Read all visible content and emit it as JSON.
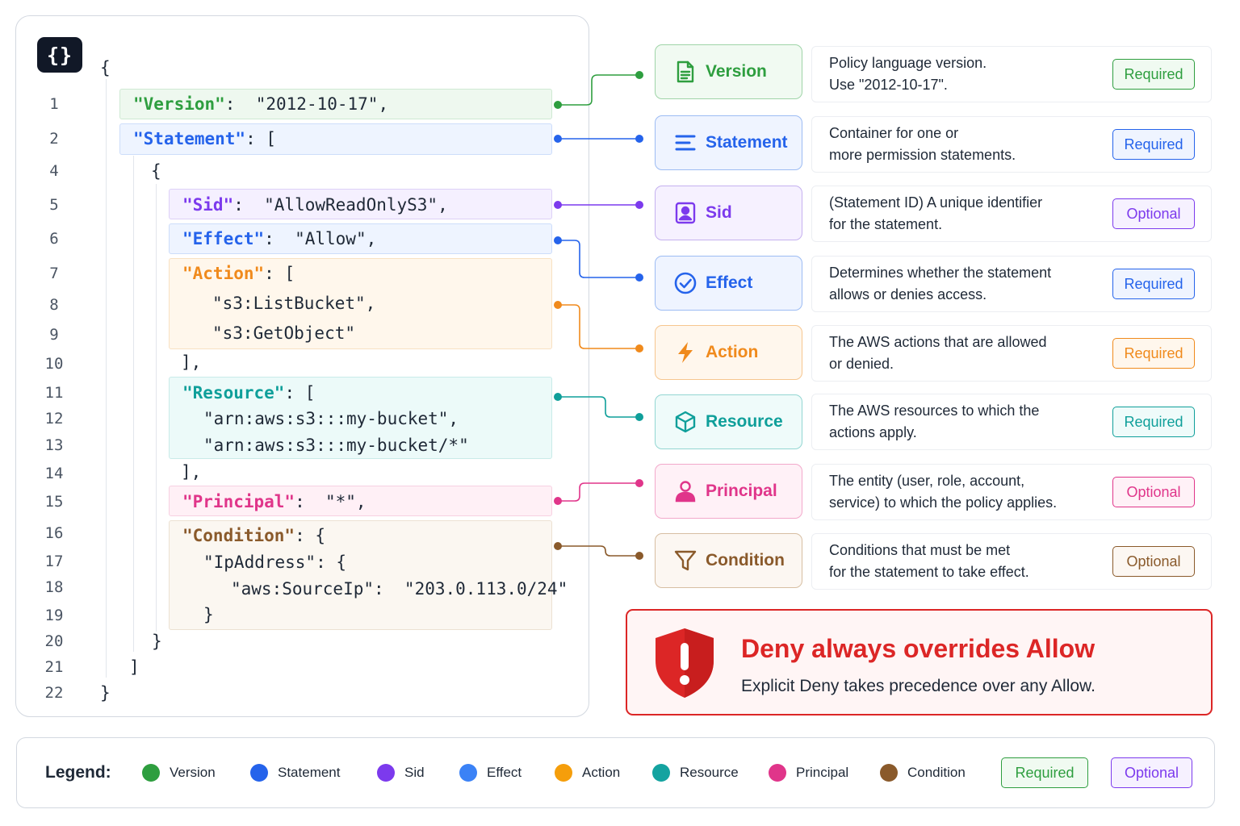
{
  "code": {
    "icon": "braces-icon",
    "icon_text": "{}",
    "lines": [
      {
        "n": "",
        "text": "{"
      },
      {
        "n": "1",
        "key": "\"Version\"",
        "rest": ":  \"2012-10-17\","
      },
      {
        "n": "2",
        "key": "\"Statement\"",
        "rest": ": ["
      },
      {
        "n": "4",
        "text": "{"
      },
      {
        "n": "5",
        "key": "\"Sid\"",
        "rest": ":  \"AllowReadOnlyS3\","
      },
      {
        "n": "6",
        "key": "\"Effect\"",
        "rest": ":  \"Allow\","
      },
      {
        "n": "7",
        "key": "\"Action\"",
        "rest": ": ["
      },
      {
        "n": "8",
        "text": "\"s3:ListBucket\","
      },
      {
        "n": "9",
        "text": "\"s3:GetObject\""
      },
      {
        "n": "10",
        "text": "],"
      },
      {
        "n": "11",
        "key": "\"Resource\"",
        "rest": ": ["
      },
      {
        "n": "12",
        "text": "\"arn:aws:s3:::my-bucket\","
      },
      {
        "n": "13",
        "text": "\"arn:aws:s3:::my-bucket/*\""
      },
      {
        "n": "14",
        "text": "],"
      },
      {
        "n": "15",
        "key": "\"Principal\"",
        "rest": ":  \"*\","
      },
      {
        "n": "16",
        "key": "\"Condition\"",
        "rest": ": {"
      },
      {
        "n": "17",
        "text": "\"IpAddress\": {"
      },
      {
        "n": "18",
        "text": "\"aws:SourceIp\":  \"203.0.113.0/24\""
      },
      {
        "n": "19",
        "text": "}"
      },
      {
        "n": "20",
        "text": "}"
      },
      {
        "n": "21",
        "text": "]"
      },
      {
        "n": "22",
        "text": "}"
      }
    ]
  },
  "elements": [
    {
      "name": "Version",
      "icon": "document-icon",
      "color": "#2e9e3f",
      "desc1": "Policy language version.",
      "desc2": "Use \"2012-10-17\".",
      "badge": "Required"
    },
    {
      "name": "Statement",
      "icon": "lines-icon",
      "color": "#2563eb",
      "desc1": "Container for one or",
      "desc2": "more permission statements.",
      "badge": "Required"
    },
    {
      "name": "Sid",
      "icon": "id-badge-icon",
      "color": "#7c3aed",
      "desc1": "(Statement ID) A unique identifier",
      "desc2": "for the statement.",
      "badge": "Optional"
    },
    {
      "name": "Effect",
      "icon": "check-circle-icon",
      "color": "#2563eb",
      "desc1": "Determines whether the statement",
      "desc2": "allows or denies access.",
      "badge": "Required"
    },
    {
      "name": "Action",
      "icon": "lightning-icon",
      "color": "#f08a1c",
      "desc1": "The AWS actions that are allowed",
      "desc2": "or denied.",
      "badge": "Required"
    },
    {
      "name": "Resource",
      "icon": "cube-icon",
      "color": "#0f9f9a",
      "desc1": "The AWS resources to which the",
      "desc2": "actions apply.",
      "badge": "Required"
    },
    {
      "name": "Principal",
      "icon": "person-icon",
      "color": "#e0358a",
      "desc1": "The entity (user, role, account,",
      "desc2": "service) to which the policy applies.",
      "badge": "Optional"
    },
    {
      "name": "Condition",
      "icon": "funnel-icon",
      "color": "#8a5a2b",
      "desc1": "Conditions that must be met",
      "desc2": "for the statement to take effect.",
      "badge": "Optional"
    }
  ],
  "alert": {
    "icon": "shield-exclamation-icon",
    "title": "Deny always overrides Allow",
    "subtitle": "Explicit Deny takes precedence over any Allow."
  },
  "legend": {
    "title": "Legend:",
    "items": [
      {
        "label": "Version",
        "color": "#2e9e3f"
      },
      {
        "label": "Statement",
        "color": "#2563eb"
      },
      {
        "label": "Sid",
        "color": "#7c3aed"
      },
      {
        "label": "Effect",
        "color": "#3b82f6"
      },
      {
        "label": "Action",
        "color": "#f59e0b"
      },
      {
        "label": "Resource",
        "color": "#14a3a0"
      },
      {
        "label": "Principal",
        "color": "#e0358a"
      },
      {
        "label": "Condition",
        "color": "#8a5a2b"
      }
    ],
    "required_badge": "Required",
    "optional_badge": "Optional"
  }
}
